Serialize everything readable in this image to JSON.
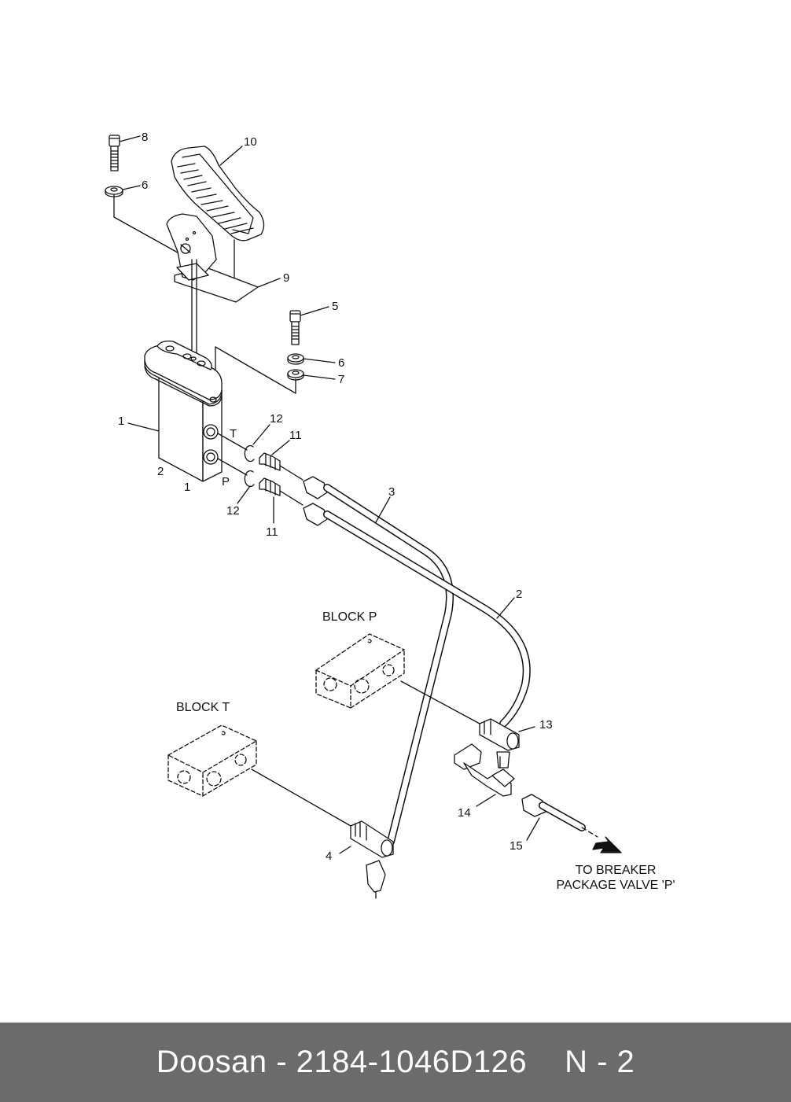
{
  "diagram": {
    "labels": {
      "l1a": "1",
      "l1b": "1",
      "l2a": "2",
      "l2b": "2",
      "l3": "3",
      "l4": "4",
      "l5": "5",
      "l6a": "6",
      "l6b": "6",
      "l7": "7",
      "l8": "8",
      "l9": "9",
      "l10": "10",
      "l11a": "11",
      "l11b": "11",
      "l12a": "12",
      "l12b": "12",
      "l13": "13",
      "l14": "14",
      "l15": "15",
      "lT": "T",
      "lP": "P"
    },
    "block_p": "BLOCK P",
    "block_t": "BLOCK T",
    "destination_line1": "TO BREAKER",
    "destination_line2": "PACKAGE VALVE 'P'"
  },
  "footer": {
    "part": "Doosan - 2184-1046D126",
    "page": "N - 2"
  },
  "colors": {
    "footer_bg": "#6b6b6b",
    "footer_text": "#ffffff",
    "line": "#111111"
  }
}
